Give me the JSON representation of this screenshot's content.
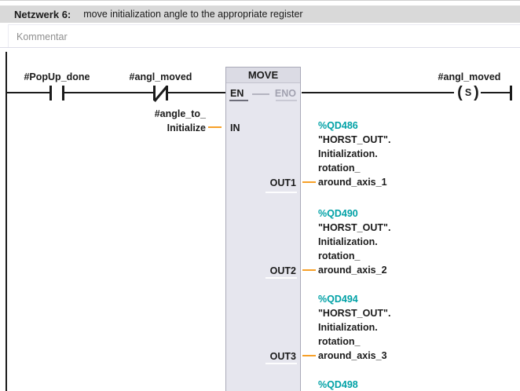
{
  "network": {
    "title": "Netzwerk 6:",
    "comment": "move initialization angle to the appropriate register",
    "comment_placeholder": "Kommentar"
  },
  "ladder": {
    "contacts": [
      {
        "label": "#PopUp_done",
        "type": "NO"
      },
      {
        "label": "#angl_moved",
        "type": "NC"
      }
    ],
    "coil": {
      "label": "#angl_moved",
      "symbol": "S",
      "paren_left": "(",
      "paren_right": ")"
    },
    "move_block": {
      "title": "MOVE",
      "en_label": "EN",
      "eno_label": "ENO",
      "in_label": "IN",
      "out_labels": [
        "OUT1",
        "OUT2",
        "OUT3"
      ]
    },
    "in_operand": {
      "lines": [
        "#angle_to_",
        "Initialize"
      ]
    },
    "out_operands": [
      {
        "address": "%QD486",
        "lines": [
          "\"HORST_OUT\".",
          "Initialization.",
          "rotation_",
          "around_axis_1"
        ]
      },
      {
        "address": "%QD490",
        "lines": [
          "\"HORST_OUT\".",
          "Initialization.",
          "rotation_",
          "around_axis_2"
        ]
      },
      {
        "address": "%QD494",
        "lines": [
          "\"HORST_OUT\".",
          "Initialization.",
          "rotation_",
          "around_axis_3"
        ]
      },
      {
        "address": "%QD498",
        "lines": []
      }
    ],
    "colors": {
      "address_teal": "#00A1A6",
      "wire_orange": "#F7A028",
      "rail_black": "#1b1b1b"
    }
  }
}
